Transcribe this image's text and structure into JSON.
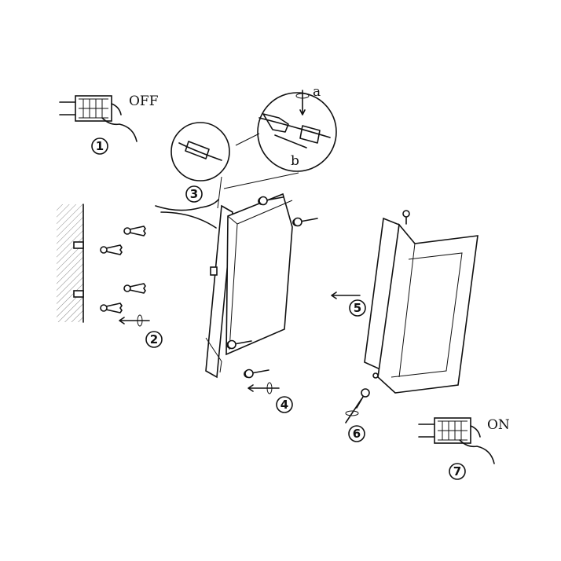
{
  "steps": [
    {
      "number": "1",
      "label": "OFF"
    },
    {
      "number": "2"
    },
    {
      "number": "3"
    },
    {
      "number": "4"
    },
    {
      "number": "5"
    },
    {
      "number": "6"
    },
    {
      "number": "7",
      "label": "ON"
    }
  ],
  "detail_labels": {
    "a": "a",
    "b": "b"
  }
}
